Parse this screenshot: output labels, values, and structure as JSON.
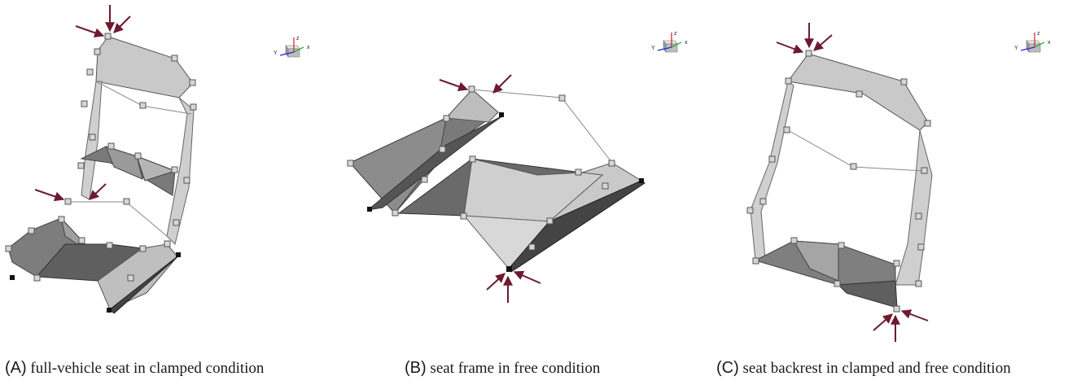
{
  "panels": [
    {
      "tag": "(A)",
      "caption": "full-vehicle seat in clamped condition"
    },
    {
      "tag": "(B)",
      "caption": "seat frame in free condition"
    },
    {
      "tag": "(C)",
      "caption": "seat backrest in clamped and free condition"
    }
  ],
  "axis_labels": {
    "z": "z",
    "x": "x",
    "y": "Y"
  },
  "colors": {
    "arrow": "#6e1a2e",
    "dark_face": "#6b6b6b",
    "mid_face": "#9a9a9a",
    "light_face": "#c9c9c9",
    "edge": "#444444",
    "node": "#d6d6d6",
    "fixed_node": "#111111",
    "axis_x": "#1aa81a",
    "axis_y": "#1a2ad6",
    "axis_z": "#d61a1a"
  }
}
